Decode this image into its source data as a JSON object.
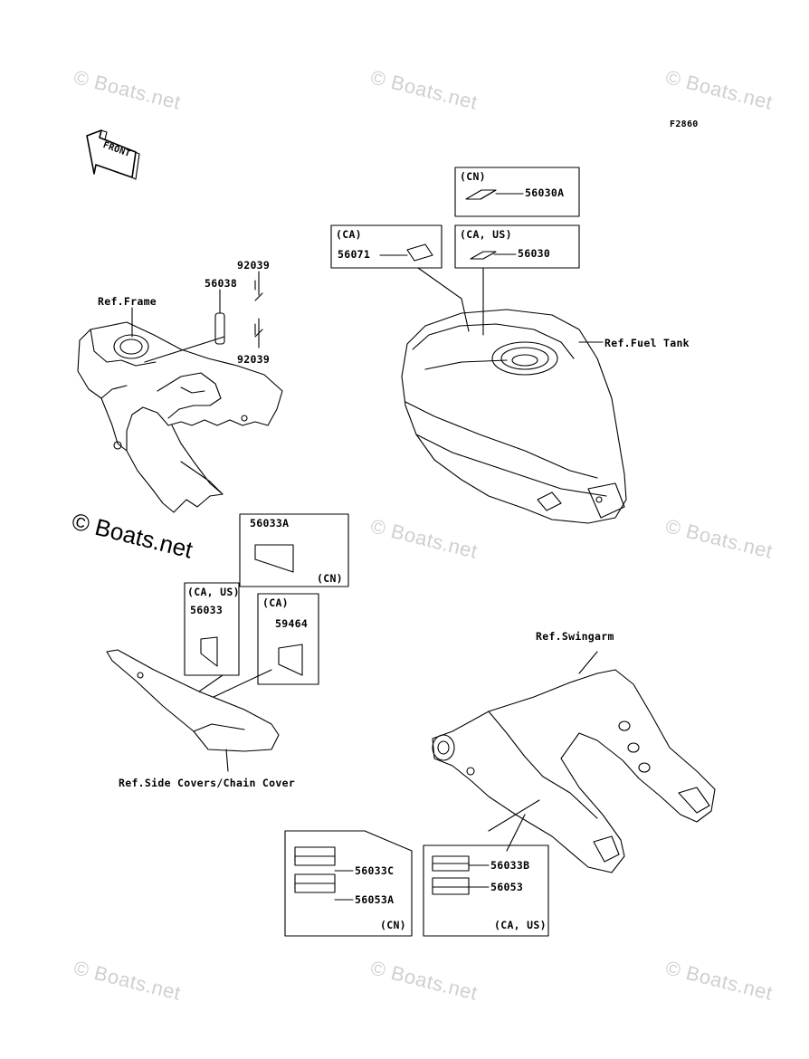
{
  "diagram_code": "F2860",
  "front_label": "FRONT",
  "watermark": "© Boats.net",
  "watermark_main": "© Boats.net",
  "labels": {
    "ref_frame": "Ref.Frame",
    "part_56038": "56038",
    "part_92039_top": "92039",
    "part_92039_bottom": "92039",
    "region_cn_top": "(CN)",
    "part_56030a": "56030A",
    "region_ca_top": "(CA)",
    "part_56071": "56071",
    "region_ca_us_top": "(CA, US)",
    "part_56030": "56030",
    "ref_fuel_tank": "Ref.Fuel Tank",
    "part_56033a": "56033A",
    "region_cn_mid": "(CN)",
    "region_ca_us_mid": "(CA, US)",
    "part_56033": "56033",
    "region_ca_mid": "(CA)",
    "part_59464": "59464",
    "ref_side_covers": "Ref.Side Covers/Chain Cover",
    "ref_swingarm": "Ref.Swingarm",
    "part_56033c": "56033C",
    "part_56053a": "56053A",
    "region_cn_bottom": "(CN)",
    "part_56033b": "56033B",
    "part_56053": "56053",
    "region_ca_us_bottom": "(CA, US)"
  }
}
